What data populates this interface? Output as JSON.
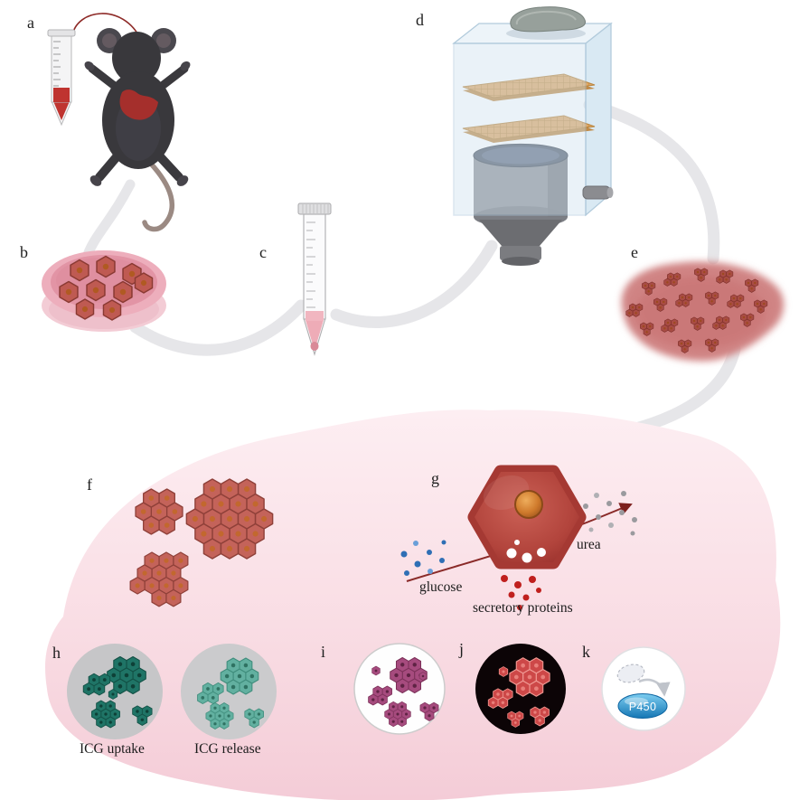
{
  "panels": {
    "a": "a",
    "b": "b",
    "c": "c",
    "d": "d",
    "e": "e",
    "f": "f",
    "g": "g",
    "h": "h",
    "i": "i",
    "j": "j",
    "k": "k"
  },
  "annotations": {
    "glucose": "glucose",
    "urea": "urea",
    "secretory_proteins": "secretory proteins",
    "icg_uptake": "ICG uptake",
    "icg_release": "ICG release",
    "p450": "P450"
  },
  "components": {
    "a": "mouse-and-collection-tube",
    "b": "petri-dish-with-organoids",
    "c": "centrifuge-tube",
    "d": "perfusion-bioreactor",
    "e": "liver-with-organoids",
    "f": "organoid-clusters",
    "g": "hepatocyte-secretion",
    "h": "icg-uptake-release-assay",
    "i": "brightfield-organoids",
    "j": "fluorescence-organoids",
    "k": "p450-activity-assay"
  },
  "colors": {
    "background": "#ffffff",
    "pink_region": "#f8dce4",
    "organoid": "#c4635a",
    "organoid_center": "#c2682e",
    "icg_dark_teal": "#1f7466",
    "icg_light_teal": "#62b0a0",
    "stain_purple": "#a64b7e",
    "fluorescent_red": "#cd4848",
    "p450_blue": "#2a8fd0",
    "liver": "#ce7e7e",
    "mesh_plate_orange": "#e0a764",
    "chamber_blue": "#cfe2ef",
    "arrow_red": "#8a2a28",
    "glucose_dot_blue": "#2f6fb5",
    "urea_dot_gray": "#9a9a9e",
    "secretory_dot_red": "#c0201e"
  }
}
